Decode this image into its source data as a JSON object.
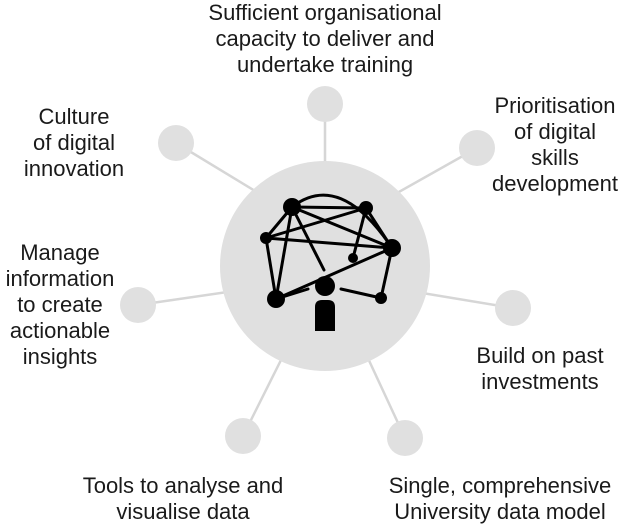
{
  "colors": {
    "hub_fill": "#e0e0e0",
    "node_fill": "#e0e0e0",
    "spoke": "#d6d6d6",
    "icon": "#000000",
    "text": "#1a1a1a"
  },
  "hub_icon": "network-person-icon",
  "nodes": [
    {
      "id": "capacity",
      "lines": [
        "Sufficient organisational",
        "capacity to deliver and",
        "undertake training"
      ]
    },
    {
      "id": "prioritisation",
      "lines": [
        "Prioritisation",
        "of digital",
        "skills",
        "development"
      ]
    },
    {
      "id": "investments",
      "lines": [
        "Build on past",
        "investments"
      ]
    },
    {
      "id": "data-model",
      "lines": [
        "Single, comprehensive",
        "University data model"
      ]
    },
    {
      "id": "tools",
      "lines": [
        "Tools to analyse and",
        "visualise data"
      ]
    },
    {
      "id": "manage",
      "lines": [
        "Manage",
        "information",
        "to create",
        "actionable",
        "insights"
      ]
    },
    {
      "id": "culture",
      "lines": [
        "Culture",
        "of digital",
        "innovation"
      ]
    }
  ]
}
